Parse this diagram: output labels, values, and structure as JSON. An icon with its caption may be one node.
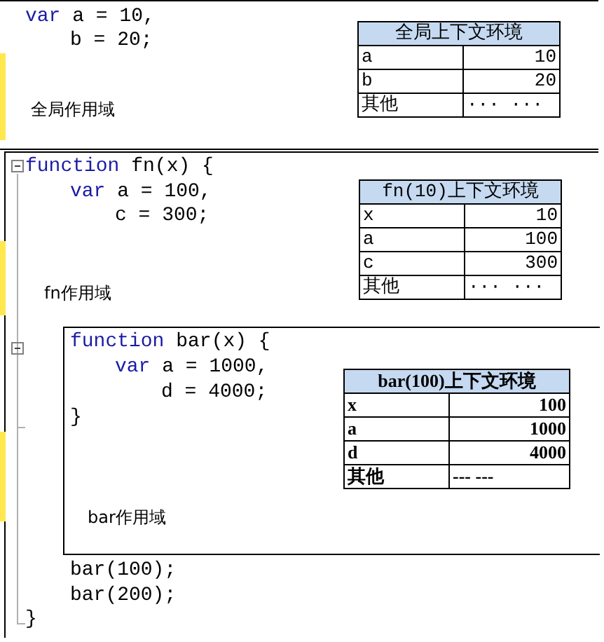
{
  "diagram": {
    "nodes": [
      {
        "text": [
          "全局作用域"
        ]
      },
      {
        "text": [
          "fn作用域"
        ]
      },
      {
        "text": [
          "bar作用域"
        ],
        "in": 1
      }
    ],
    "labels": [
      "var a = 10,",
      "b = 20;",
      "全局上下文环境",
      "a",
      "10",
      "b",
      "20",
      "其他",
      "··· ···",
      "function fn(x) {",
      "var a = 100,",
      "c = 300;",
      "fn(10)上下文环境",
      "x",
      "10",
      "a",
      "100",
      "c",
      "300",
      "其他",
      "··· ···",
      "function bar(x) {",
      "var a = 1000,",
      "d = 4000;",
      "}",
      "bar(100)上下文环境",
      "x",
      "100",
      "a",
      "1000",
      "d",
      "4000",
      "其他",
      "--- ---",
      "bar(100);",
      "bar(200);",
      "}"
    ]
  }
}
